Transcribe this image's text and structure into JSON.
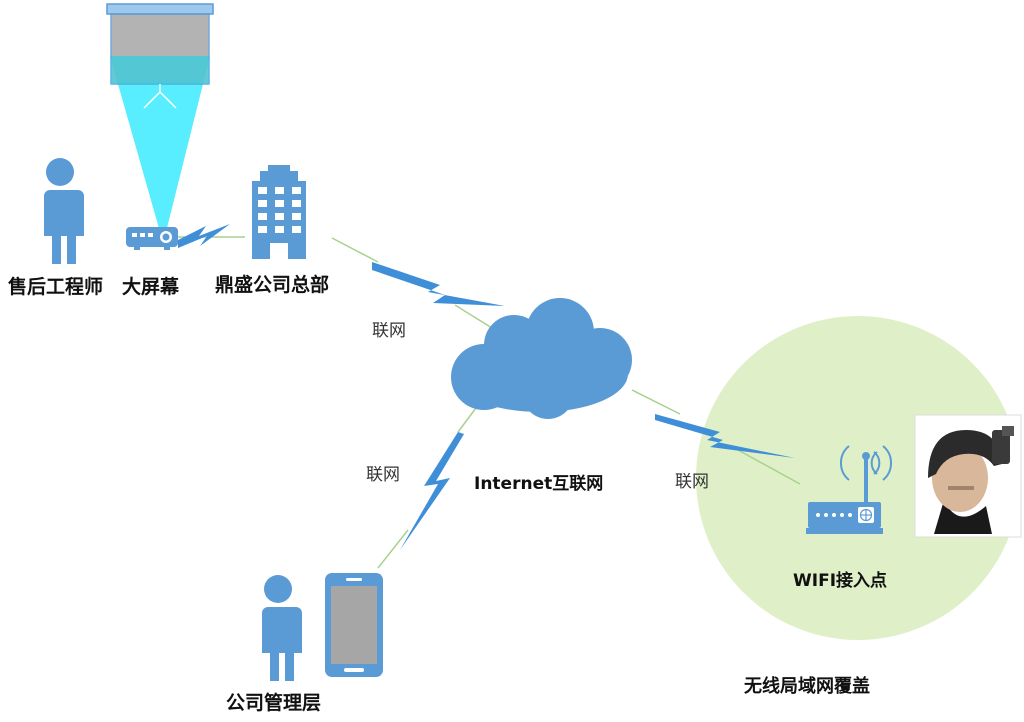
{
  "labels": {
    "engineer": "售后工程师",
    "screen": "大屏幕",
    "hq": "鼎盛公司总部",
    "internet": "Internet互联网",
    "management": "公司管理层",
    "wifi_ap": "WIFI接入点",
    "wlan_coverage": "无线局域网覆盖",
    "link_top": "联网",
    "link_left": "联网",
    "link_right": "联网"
  },
  "colors": {
    "icon_blue": "#5b9bd5",
    "beam_cyan": "#00e5ff",
    "bolt_blue": "#3f8fd8",
    "wire_green": "#a9d18e",
    "coverage_fill": "#dff0c8",
    "screen_gray": "#a6a6a6"
  },
  "icons": {
    "engineer": "person-icon",
    "projector": "projector-icon",
    "hq": "office-building-icon",
    "internet": "cloud-icon",
    "manager": "person-icon",
    "phone": "smartphone-icon",
    "router": "wifi-router-icon",
    "user": "helmet-user-photo"
  }
}
